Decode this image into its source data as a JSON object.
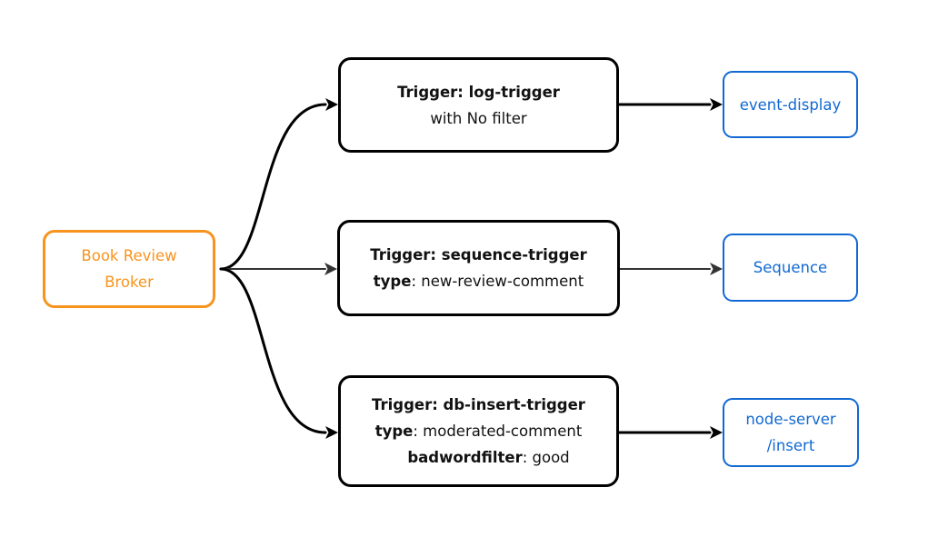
{
  "colors": {
    "broker_orange": "#F7941E",
    "sink_blue": "#1269D3",
    "edge_black": "#000000",
    "edge_gray": "#333333",
    "text_black": "#121212",
    "background": "#FFFFFF"
  },
  "broker": {
    "lines": [
      "Book Review",
      "Broker"
    ]
  },
  "triggers": [
    {
      "lines": [
        {
          "bold": "Trigger: log-trigger",
          "rest": ""
        },
        {
          "bold": "",
          "rest": "with No filter"
        }
      ]
    },
    {
      "lines": [
        {
          "bold": "Trigger: sequence-trigger",
          "rest": ""
        },
        {
          "bold": "type",
          "rest": ": new-review-comment"
        }
      ]
    },
    {
      "lines": [
        {
          "bold": "Trigger: db-insert-trigger",
          "rest": ""
        },
        {
          "bold": "type",
          "rest": ": moderated-comment"
        },
        {
          "bold": "badwordfilter",
          "rest": ": good"
        }
      ]
    }
  ],
  "sinks": [
    {
      "lines": [
        "event-display"
      ]
    },
    {
      "lines": [
        "Sequence"
      ]
    },
    {
      "lines": [
        "node-server",
        "/insert"
      ]
    }
  ],
  "edges": [
    {
      "from": "book-review-broker",
      "to": "trigger-log-trigger",
      "style": "curved-black"
    },
    {
      "from": "book-review-broker",
      "to": "trigger-sequence-trigger",
      "style": "straight-gray"
    },
    {
      "from": "book-review-broker",
      "to": "trigger-db-insert-trigger",
      "style": "curved-black"
    },
    {
      "from": "trigger-log-trigger",
      "to": "event-display",
      "style": "straight-black"
    },
    {
      "from": "trigger-sequence-trigger",
      "to": "sequence",
      "style": "straight-gray"
    },
    {
      "from": "trigger-db-insert-trigger",
      "to": "node-server-insert",
      "style": "straight-black"
    }
  ]
}
